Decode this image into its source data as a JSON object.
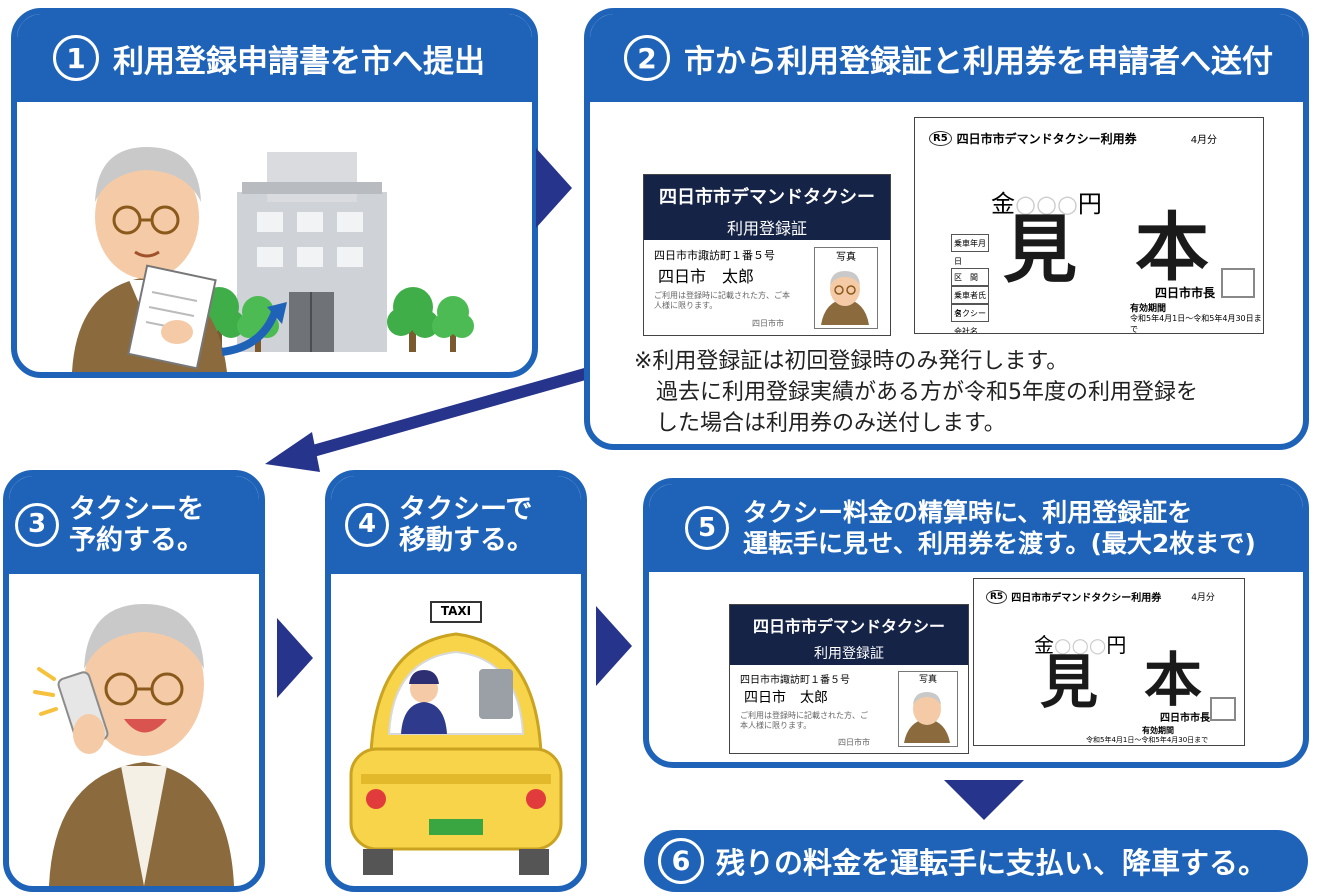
{
  "colors": {
    "primary": "#1f63b8",
    "navy": "#27348b",
    "card_header": "#152347"
  },
  "steps": [
    {
      "num": "1",
      "title": "利用登録申請書を市へ提出"
    },
    {
      "num": "2",
      "title": "市から利用登録証と利用券を申請者へ送付"
    },
    {
      "num": "3",
      "line1": "タクシーを",
      "line2": "予約する。"
    },
    {
      "num": "4",
      "line1": "タクシーで",
      "line2": "移動する。"
    },
    {
      "num": "5",
      "line1": "タクシー料金の精算時に、利用登録証を",
      "line2": "運転手に見せ、利用券を渡す。(最大2枚まで)"
    },
    {
      "num": "6",
      "title": "残りの料金を運転手に支払い、降車する。"
    }
  ],
  "note": {
    "line1": "※利用登録証は初回登録時のみ発行します。",
    "line2": "過去に利用登録実績がある方が令和5年度の利用登録を",
    "line3": "した場合は利用券のみ送付します。"
  },
  "card": {
    "title": "四日市市デマンドタクシー",
    "subtitle": "利用登録証",
    "address": "四日市市諏訪町１番５号",
    "name": "四日市　太郎",
    "photo": "写真",
    "seal": "四日市市",
    "fine": "ご利用は登録時に記載された方、ご本人様に限ります。"
  },
  "ticket": {
    "badge": "R5",
    "title": "四日市市デマンドタクシー利用券",
    "month": "4月分",
    "amount_prefix": "金",
    "amount_suffix": "円",
    "mihon1": "見",
    "mihon2": "本",
    "mayor": "四日市市長",
    "period_label": "有効期間",
    "period": "令和5年4月1日～令和5年4月30日まで",
    "rows": [
      "乗車年月日",
      "区　間",
      "乗車者氏名",
      "タクシー会社名"
    ]
  },
  "taxi": {
    "sign": "TAXI"
  },
  "icons": [
    "person-icon",
    "building-icon",
    "tree-icon",
    "phone-icon",
    "taxi-icon",
    "arrow-right-icon",
    "arrow-down-icon",
    "arrow-diagonal-icon"
  ]
}
